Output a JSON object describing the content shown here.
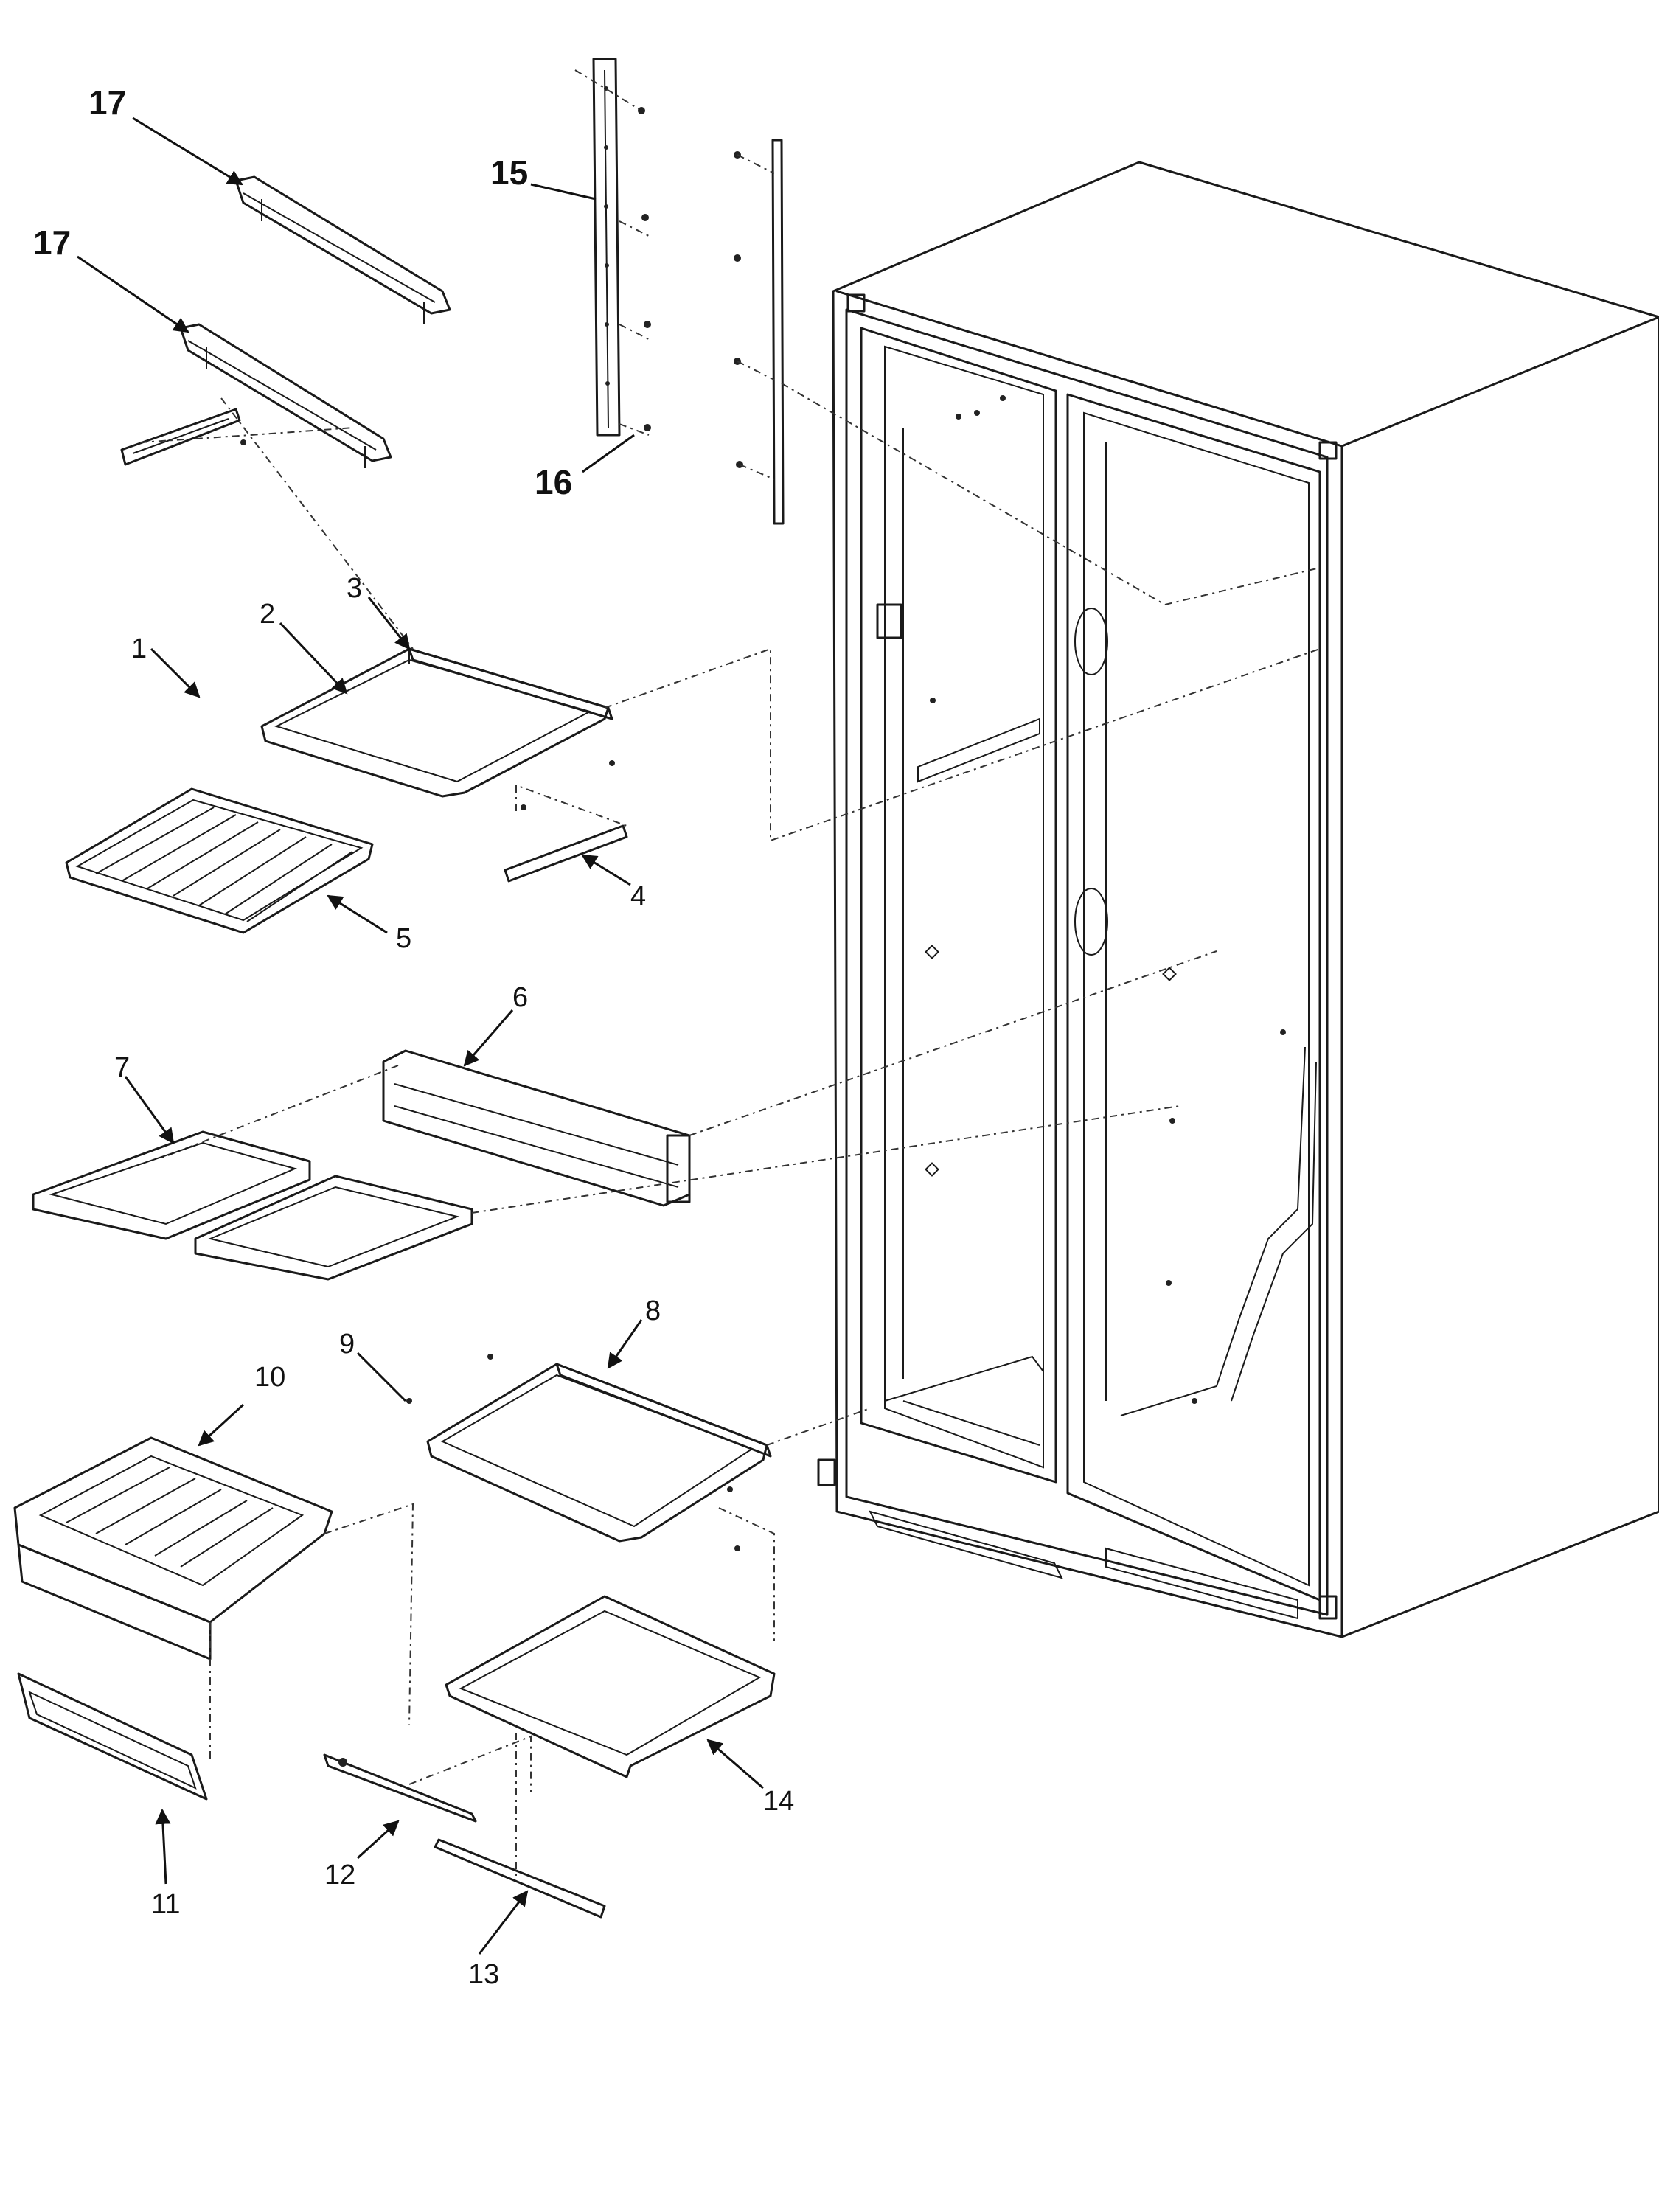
{
  "callouts": {
    "c1": "1",
    "c2": "2",
    "c3": "3",
    "c4": "4",
    "c5": "5",
    "c6": "6",
    "c7": "7",
    "c8": "8",
    "c9": "9",
    "c10": "10",
    "c11": "11",
    "c12": "12",
    "c13": "13",
    "c14": "14",
    "c15": "15",
    "c16": "16",
    "c17a": "17",
    "c17b": "17"
  },
  "colors": {
    "line": "#1a1a1a",
    "background": "#ffffff"
  }
}
